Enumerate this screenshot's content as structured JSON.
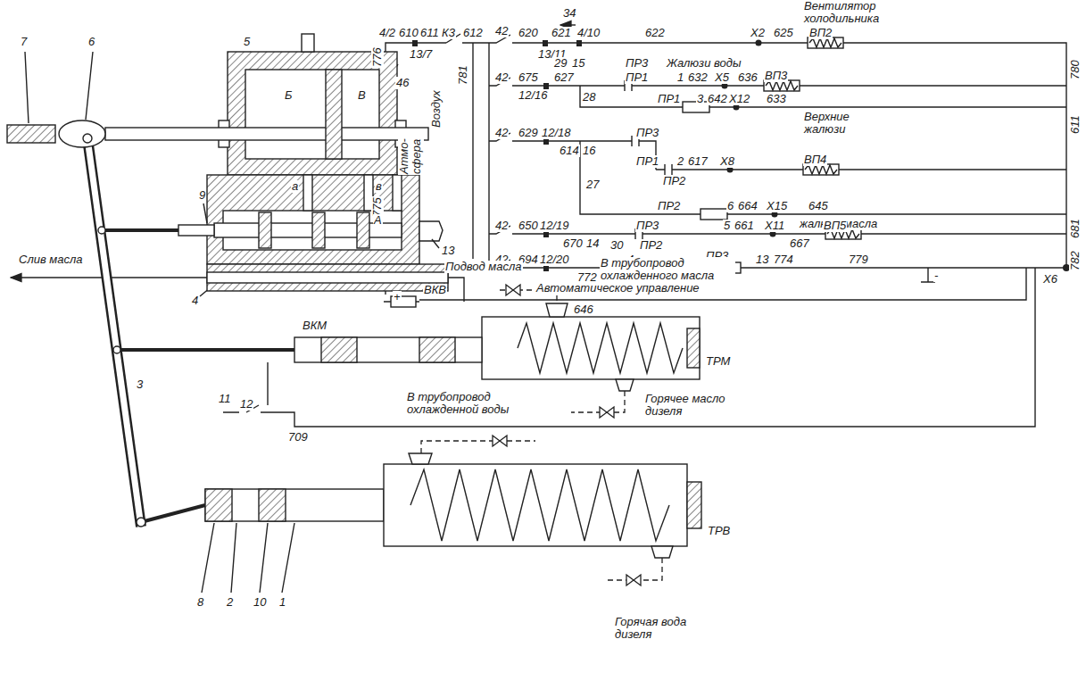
{
  "diagram": {
    "labels": [
      "776",
      "46",
      "4/2",
      "610",
      "611",
      "К3",
      "612",
      "42",
      "620",
      "34",
      "621",
      "4/10",
      "622",
      "Х2",
      "625",
      "ВП2",
      "Вентилятор холодильника",
      "780",
      "13/7",
      "13/11",
      "781",
      "42",
      "675",
      "29",
      "15",
      "627",
      "ПР3",
      "Жалюзи воды",
      "ПР1",
      "1",
      "632",
      "Х5",
      "636",
      "ВП3",
      "12/16",
      "28",
      "ПР1",
      "3",
      "642",
      "Х12",
      "633",
      "Верхние жалюзи",
      "611",
      "42",
      "629",
      "12/18",
      "614",
      "16",
      "ПР3",
      "ПР1",
      "2",
      "617",
      "Х8",
      "ВП4",
      "ПР2",
      "27",
      "ПР2",
      "6",
      "664",
      "Х15",
      "645",
      "жалюзи масла",
      "42",
      "650",
      "12/19",
      "670",
      "14",
      "ПР3",
      "5",
      "661",
      "Х11",
      "667",
      "ВП5",
      "681",
      "30",
      "42",
      "694",
      "12/20",
      "772",
      "4",
      "ПР2",
      "ПР3",
      "13",
      "774",
      "779",
      "782",
      "Х6",
      "-",
      "+",
      "775",
      "Автоматическое управление",
      "7",
      "6",
      "5",
      "Б",
      "В",
      "а",
      "в",
      "Атмо- сфера",
      "Воздух",
      "9",
      "А",
      "13",
      "Слив масла",
      "4",
      "Подвод масла",
      "В трубопровод охлажденного масла",
      "ВКВ",
      "646",
      "ТРМ",
      "ВКМ",
      "11",
      "12",
      "709",
      "В трубопровод охлажденной воды",
      "Горячее масло дизеля",
      "3",
      "ТРВ",
      "8",
      "2",
      "10",
      "1",
      "Горячая вода дизеля"
    ]
  }
}
